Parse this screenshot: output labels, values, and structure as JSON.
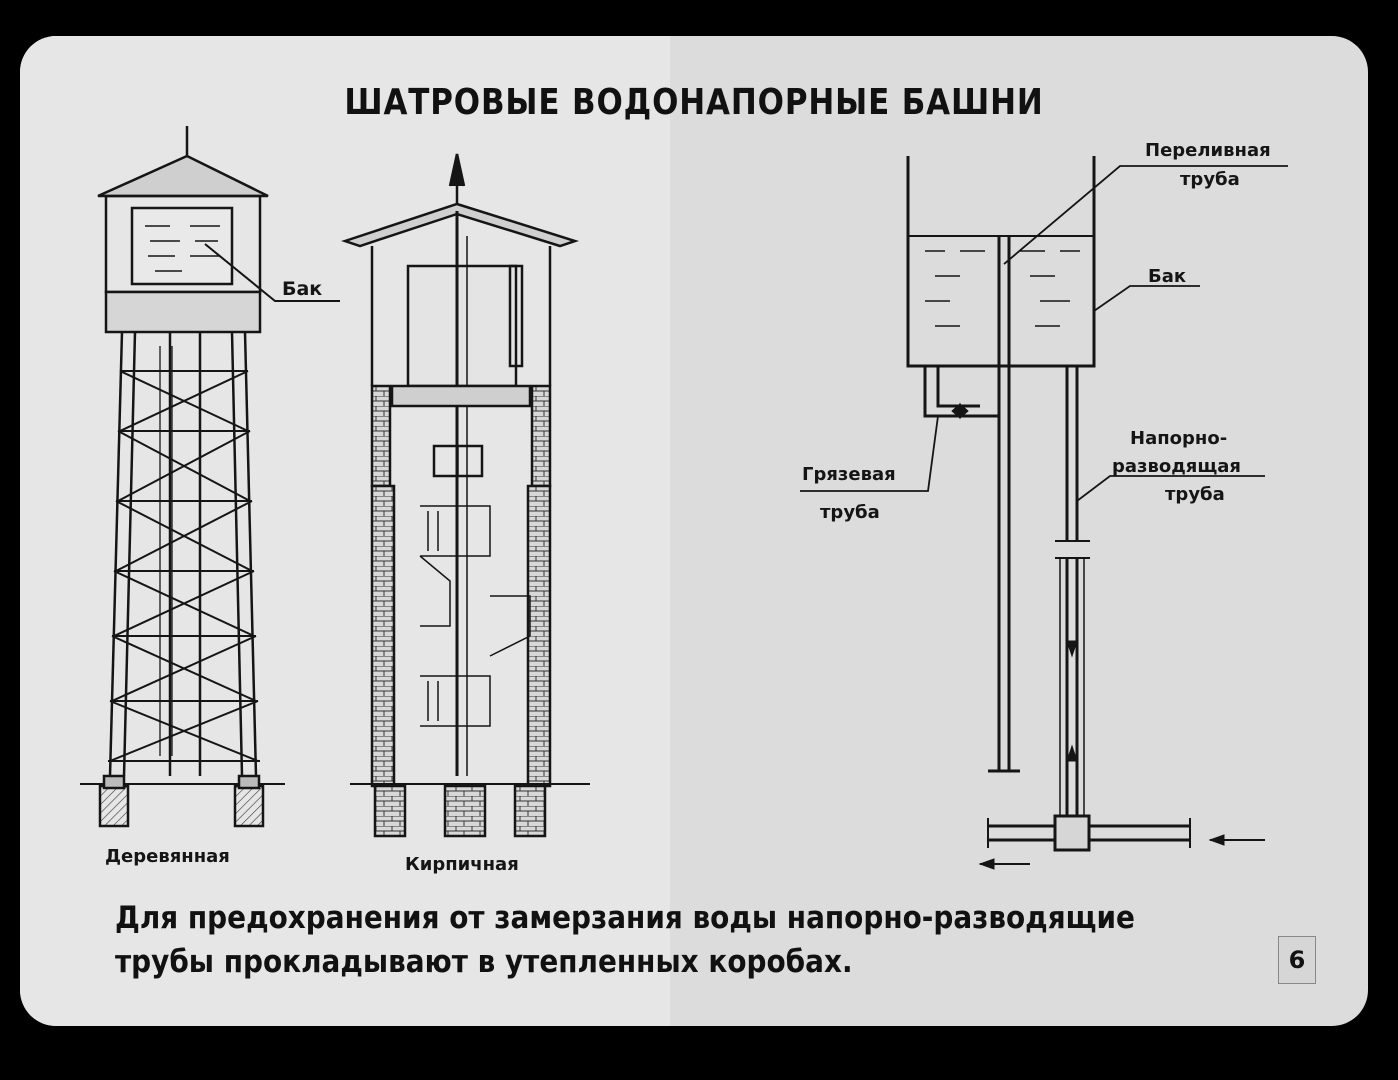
{
  "title": "ШАТРОВЫЕ ВОДОНАПОРНЫЕ БАШНИ",
  "towers": {
    "wooden_label": "Деревянная",
    "brick_label": "Кирпичная",
    "tank_label": "Бак"
  },
  "schematic": {
    "overflow_line1": "Переливная",
    "overflow_line2": "труба",
    "tank_label": "Бак",
    "mud_line1": "Грязевая",
    "mud_line2": "труба",
    "pressure_line1": "Напорно-",
    "pressure_line2": "разводящая",
    "pressure_line3": "труба"
  },
  "caption": {
    "line1": "Для предохранения от замерзания воды напорно-разводящие",
    "line2": "трубы прокладывают в утепленных коробах."
  },
  "page_number": "6",
  "colors": {
    "background": "#000000",
    "slide": "#dcdcdc",
    "ink": "#151515"
  }
}
